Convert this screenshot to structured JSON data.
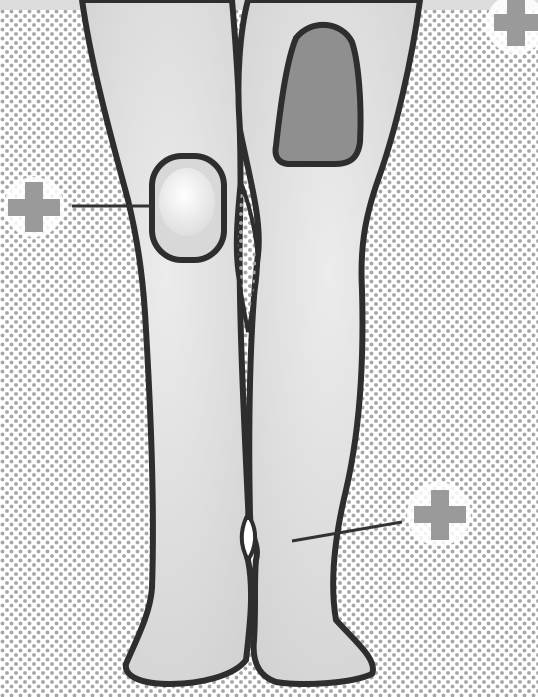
{
  "figure": {
    "subject": "legs-front-view",
    "colors": {
      "background": "#ffffff",
      "dot_pattern": "#a6a6a6",
      "leg_fill": "#e2e2e2",
      "outline": "#2e2e2e",
      "kneecap_pad_fill": "#fafafa",
      "thigh_patch_fill": "#8f8f8f",
      "plus_marker": "#9a9a9a",
      "leader_line": "#333333"
    },
    "markers": [
      {
        "name": "plus-marker-left",
        "symbol": "plus",
        "points_to": "kneecap-pad"
      },
      {
        "name": "plus-marker-top-right",
        "symbol": "plus",
        "points_to": "none"
      },
      {
        "name": "plus-marker-bottom-right",
        "symbol": "plus",
        "points_to": "lower-leg"
      }
    ]
  }
}
